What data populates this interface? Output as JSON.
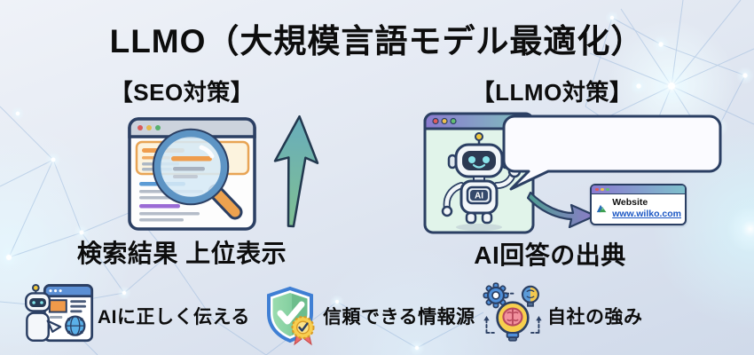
{
  "title": "LLMO（大規模言語モデル最適化）",
  "sections": {
    "seo": {
      "heading": "【SEO対策】",
      "caption": "検索結果 上位表示",
      "icons": [
        "browser-search-magnifier-icon",
        "up-arrow-icon"
      ]
    },
    "llmo": {
      "heading": "【LLMO対策】",
      "caption": "AI回答の出典",
      "robot_chest_label": "AI",
      "icons": [
        "ai-robot-window-icon",
        "speech-bubble",
        "flow-arrow-icon",
        "website-card"
      ],
      "website_card": {
        "title": "Website",
        "url": "www.wilko.com"
      }
    }
  },
  "bottom_items": [
    {
      "icon": "robot-webpage-icon",
      "label": "AIに正しく伝える"
    },
    {
      "icon": "shield-check-badge-icon",
      "label": "信頼できる情報源"
    },
    {
      "icon": "gear-brain-lightbulb-icon",
      "label": "自社の強み"
    }
  ],
  "colors": {
    "background_top": "#eff2f8",
    "background_bottom": "#d0daea",
    "outline_navy": "#2b3f63",
    "accent_orange": "#ef9d4d",
    "mint_window": "#e1f4ea",
    "topbar_purple": "#8b7ad0",
    "topbar_teal": "#7fc0cc",
    "up_arrow_teal": "#68adbc",
    "up_arrow_green": "#7fbf92",
    "flow_arrow_teal": "#4f9e92",
    "flow_arrow_purple": "#8d7bc9",
    "link_blue": "#1a56c4",
    "shield_green": "#84cfa0",
    "shield_border_blue": "#3f7fd4",
    "badge_gold": "#f8ce4f",
    "ribbon_red": "#ee6a6a",
    "plexus_line": "#8fb0d8"
  }
}
